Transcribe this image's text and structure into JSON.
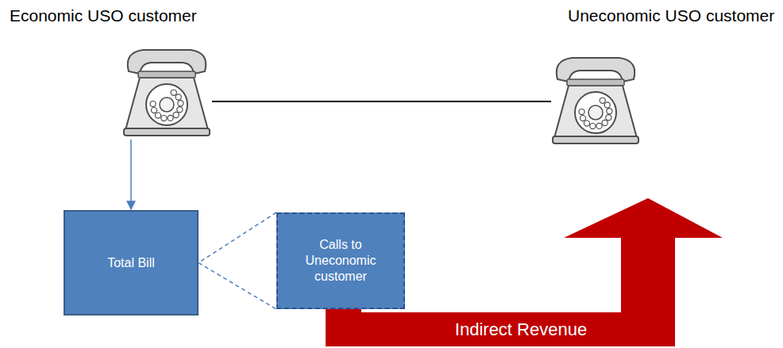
{
  "diagram": {
    "nodes": [
      {
        "text": [
          "Economic USO customer"
        ]
      },
      {
        "text": [
          "Uneconomic USO customer"
        ]
      },
      {
        "text": [
          "Total Bill"
        ]
      },
      {
        "text": [
          "Calls to Uneconomic customer"
        ]
      }
    ],
    "edges": [
      {
        "from": 0,
        "to": 1,
        "arrow": "none"
      },
      {
        "from": 0,
        "to": 2,
        "arrow": "to"
      },
      {
        "from": 2,
        "to": 3,
        "arrow": "none"
      },
      {
        "from": 3,
        "to": 1,
        "arrow": "to",
        "label": "Indirect Revenue"
      }
    ]
  }
}
